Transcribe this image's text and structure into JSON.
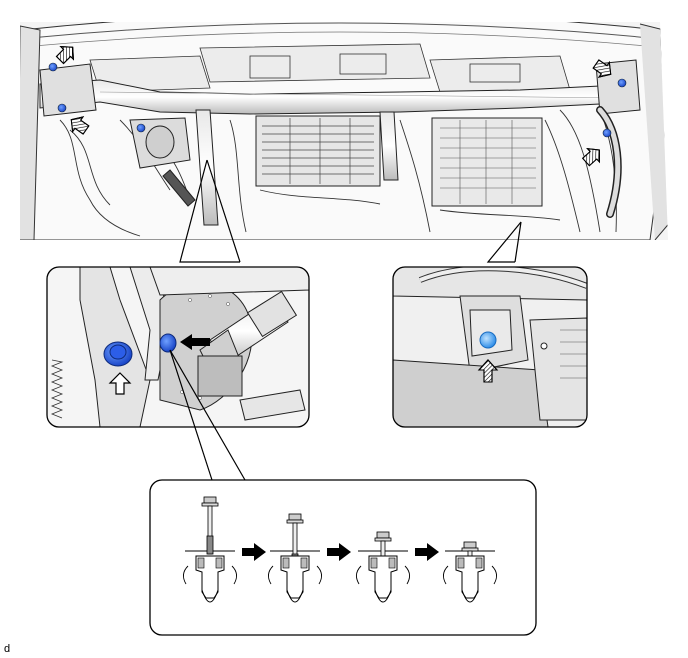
{
  "figure": {
    "code": "d",
    "colors": {
      "fastener_blue": "#1f5fe0",
      "fastener_light_blue": "#4aa3f0",
      "line": "#222222",
      "panel_bg": "#f2f2f2",
      "detail_bg": "#ffffff"
    },
    "callouts": {
      "overview": "dashboard-overview",
      "detail_left": "steering-support-bolts",
      "detail_right": "center-bracket-clip",
      "sequence": "clip-installation-steps"
    },
    "arrow_icons": [
      "hatched-arrow-icon",
      "solid-arrow-icon",
      "step-arrow-icon"
    ],
    "step_count": 4
  }
}
